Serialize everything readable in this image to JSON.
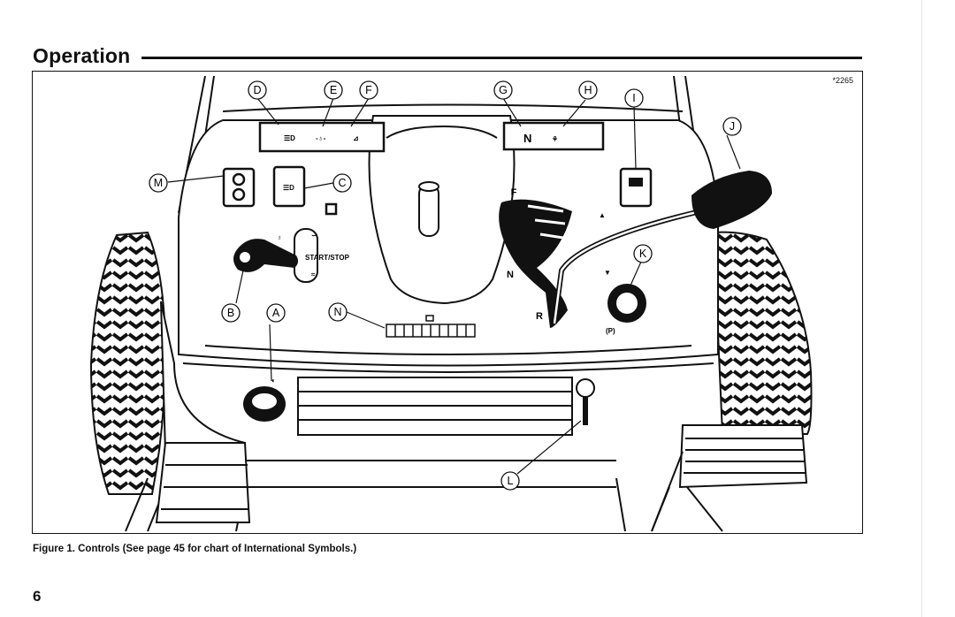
{
  "header": {
    "section_title": "Operation"
  },
  "figure": {
    "id": "*2265",
    "caption": "Figure 1. Controls (See page 45 for chart of International Symbols.)",
    "panel_text": {
      "start_stop": "START/STOP"
    },
    "gear_letters": {
      "forward": "F",
      "neutral": "N",
      "reverse": "R"
    },
    "indicator_glyphs": {
      "neutral_light": "N"
    },
    "callouts": {
      "A": "A",
      "B": "B",
      "C": "C",
      "D": "D",
      "E": "E",
      "F": "F",
      "G": "G",
      "H": "H",
      "I": "I",
      "J": "J",
      "K": "K",
      "L": "L",
      "M": "M",
      "N": "N"
    }
  },
  "footer": {
    "page_number": "6"
  }
}
